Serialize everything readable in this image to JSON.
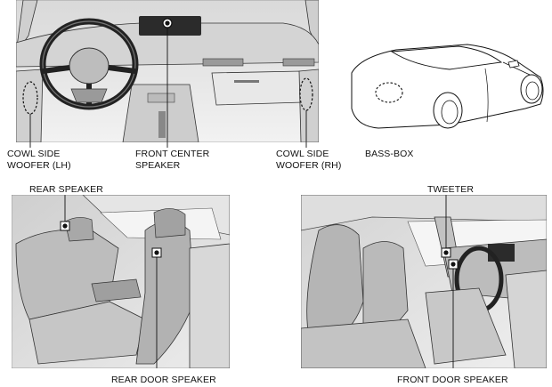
{
  "dashboard": {
    "labels": {
      "cowl_lh": [
        "COWL SIDE",
        "WOOFER (LH)"
      ],
      "front_center": [
        "FRONT CENTER",
        "SPEAKER"
      ],
      "cowl_rh": [
        "COWL SIDE",
        "WOOFER (RH)"
      ]
    }
  },
  "exterior": {
    "labels": {
      "bass_box": "BASS-BOX"
    }
  },
  "rear_cabin": {
    "labels": {
      "rear_speaker": "REAR SPEAKER",
      "rear_door_speaker": "REAR DOOR SPEAKER"
    }
  },
  "front_cabin": {
    "labels": {
      "tweeter": "TWEETER",
      "front_door_speaker": "FRONT DOOR SPEAKER"
    }
  },
  "colors": {
    "line": "#222222",
    "dashboard_bg": "#e6e6e6",
    "cabin_bg": "#dedede",
    "marker_fill": "#1a1a1a"
  }
}
